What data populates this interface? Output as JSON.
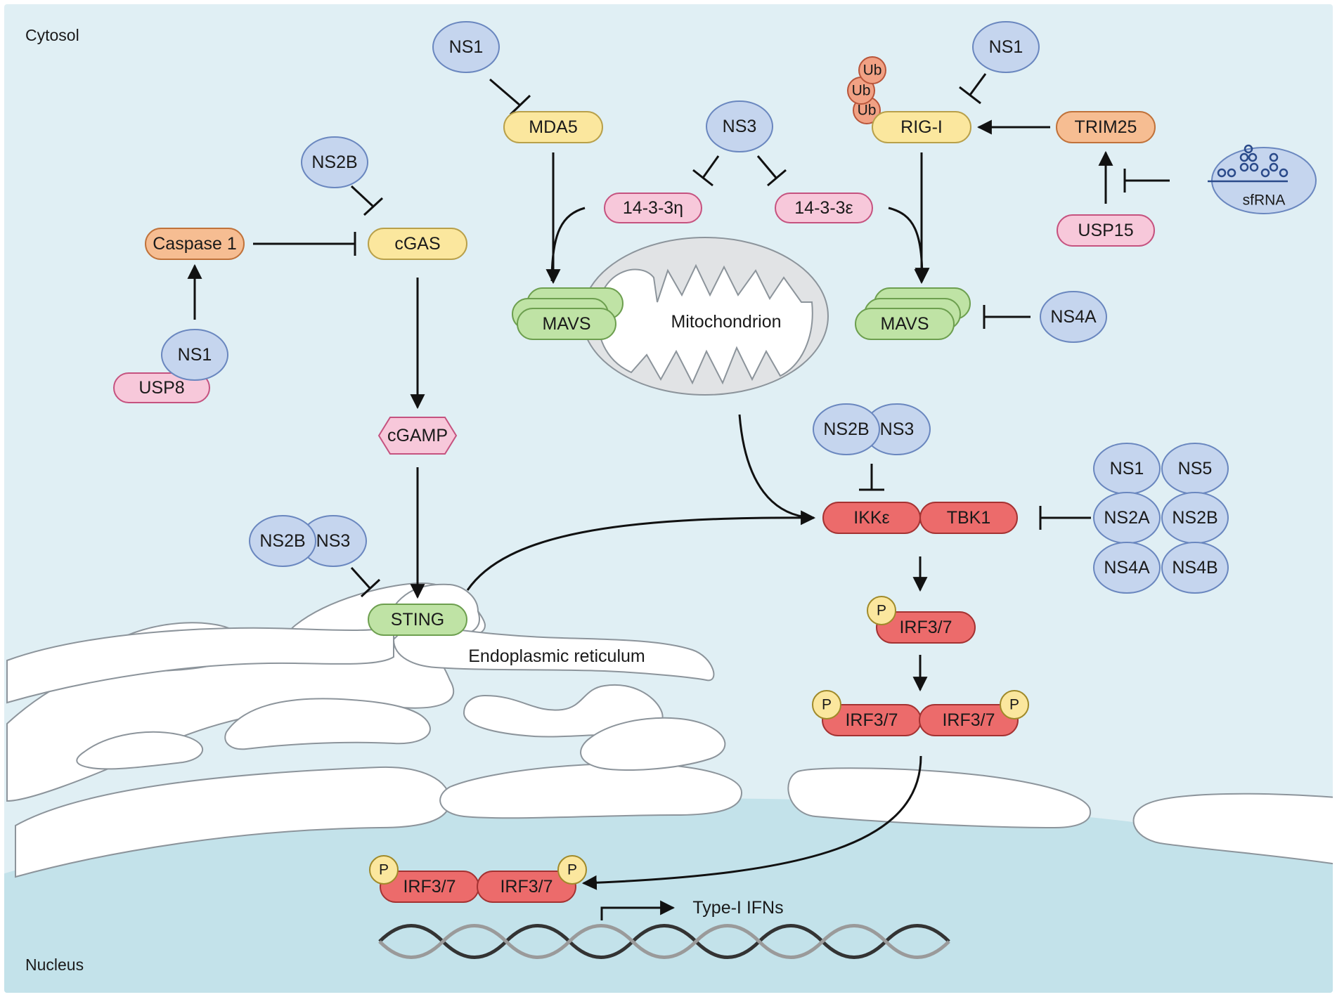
{
  "regions": {
    "cytosol": "Cytosol",
    "nucleus": "Nucleus"
  },
  "organelles": {
    "mitochondrion": "Mitochondrion",
    "er": "Endoplasmic reticulum"
  },
  "colors": {
    "viral": "#c5d5ee",
    "viral_stroke": "#6a87bf",
    "sensor": "#fbe79e",
    "sensor_stroke": "#b8a04a",
    "adaptor": "#bfe3a5",
    "adaptor_stroke": "#6d9f4f",
    "host_pink": "#f7c8da",
    "host_pink_stroke": "#c5527f",
    "host_orange": "#f6bd92",
    "host_orange_stroke": "#c0723a",
    "kinase": "#ec6b6b",
    "kinase_stroke": "#a43232",
    "phospho": "#fbe79e",
    "ubiquitin": "#f1a184",
    "cytosol_bg": "#e0eff4",
    "nucleus_bg": "#c3e2ea",
    "organelle_fill": "#ffffff"
  },
  "nodes": {
    "ns1_mda5": "NS1",
    "mda5": "MDA5",
    "ns3_1433": "NS3",
    "eta": "14-3-3η",
    "eps": "14-3-3ε",
    "ns1_rigi": "NS1",
    "rigi": "RIG-I",
    "ub1": "Ub",
    "ub2": "Ub",
    "ub3": "Ub",
    "trim25": "TRIM25",
    "usp15": "USP15",
    "sfrna": "sfRNA",
    "ns2b_cgas": "NS2B",
    "caspase1": "Caspase 1",
    "cgas": "cGAS",
    "ns1_usp8": "NS1",
    "usp8": "USP8",
    "mavs_left": "MAVS",
    "mavs_right": "MAVS",
    "ns4a_mavs": "NS4A",
    "cgamp": "cGAMP",
    "ns2b_ikk": "NS2B",
    "ns3_ikk": "NS3",
    "ikke": "IKKε",
    "tbk1": "TBK1",
    "grid_ns1": "NS1",
    "grid_ns5": "NS5",
    "grid_ns2a": "NS2A",
    "grid_ns2b": "NS2B",
    "grid_ns4a": "NS4A",
    "grid_ns4b": "NS4B",
    "ns2b_sting": "NS2B",
    "ns3_sting": "NS3",
    "sting": "STING",
    "irf_single": "IRF3/7",
    "irf_dimer_a": "IRF3/7",
    "irf_dimer_b": "IRF3/7",
    "irf_nuc_a": "IRF3/7",
    "irf_nuc_b": "IRF3/7",
    "p1": "P",
    "p2": "P",
    "p3": "P",
    "p4": "P",
    "p5": "P"
  },
  "gene": {
    "label": "Type-I IFNs"
  },
  "edges": [
    {
      "from": "NS1",
      "to": "MDA5",
      "type": "inhibition"
    },
    {
      "from": "MDA5",
      "to": "MAVS",
      "type": "activation"
    },
    {
      "from": "NS3",
      "to": "14-3-3η",
      "type": "inhibition"
    },
    {
      "from": "NS3",
      "to": "14-3-3ε",
      "type": "inhibition"
    },
    {
      "from": "14-3-3η",
      "to": "MAVS",
      "type": "activation"
    },
    {
      "from": "14-3-3ε",
      "to": "MAVS",
      "type": "activation"
    },
    {
      "from": "NS1",
      "to": "RIG-I",
      "type": "inhibition"
    },
    {
      "from": "RIG-I",
      "to": "MAVS",
      "type": "activation"
    },
    {
      "from": "TRIM25",
      "to": "RIG-I",
      "type": "activation"
    },
    {
      "from": "USP15",
      "to": "TRIM25",
      "type": "activation"
    },
    {
      "from": "sfRNA",
      "to": "USP15",
      "type": "inhibition"
    },
    {
      "from": "NS4A",
      "to": "MAVS",
      "type": "inhibition"
    },
    {
      "from": "NS2B",
      "to": "cGAS",
      "type": "inhibition"
    },
    {
      "from": "Caspase 1",
      "to": "cGAS",
      "type": "inhibition"
    },
    {
      "from": "USP8",
      "to": "Caspase 1",
      "type": "activation"
    },
    {
      "from": "cGAS",
      "to": "cGAMP",
      "type": "activation"
    },
    {
      "from": "cGAMP",
      "to": "STING",
      "type": "activation"
    },
    {
      "from": "NS2B",
      "to": "STING",
      "type": "inhibition"
    },
    {
      "from": "STING",
      "to": "IKKε",
      "type": "activation"
    },
    {
      "from": "MAVS",
      "to": "IKKε",
      "type": "activation"
    },
    {
      "from": "NS2B",
      "to": "IKKε",
      "type": "inhibition"
    },
    {
      "from": "NS1",
      "to": "TBK1",
      "type": "inhibition"
    },
    {
      "from": "TBK1",
      "to": "IRF3/7",
      "type": "activation"
    },
    {
      "from": "IRF3/7",
      "to": "IRF3/7",
      "type": "activation"
    },
    {
      "from": "IRF3/7",
      "to": "IRF3/7",
      "type": "activation"
    }
  ]
}
